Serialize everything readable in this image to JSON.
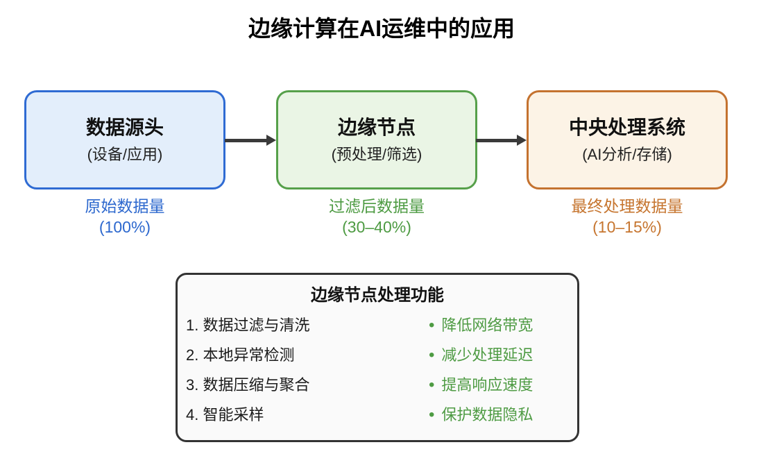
{
  "page": {
    "title": "边缘计算在AI运维中的应用",
    "background_color": "#FFFFFF"
  },
  "flow": {
    "arrow_color": "#3A3A3A",
    "nodes": [
      {
        "name": "数据源头",
        "subtitle": "(设备/应用)",
        "label_line1": "原始数据量",
        "label_line2": "(100%)",
        "border_color": "#2F6BD3",
        "fill_color": "#E3EEFB",
        "label_color": "#2D68CE"
      },
      {
        "name": "边缘节点",
        "subtitle": "(预处理/筛选)",
        "label_line1": "过滤后数据量",
        "label_line2": "(30–40%)",
        "border_color": "#56A04A",
        "fill_color": "#EAF5E5",
        "label_color": "#4E9B43"
      },
      {
        "name": "中央处理系统",
        "subtitle": "(AI分析/存储)",
        "label_line1": "最终处理数据量",
        "label_line2": "(10–15%)",
        "border_color": "#C4722F",
        "fill_color": "#FCF3E6",
        "label_color": "#C6752F"
      }
    ]
  },
  "panel": {
    "title": "边缘节点处理功能",
    "functions": [
      "1. 数据过滤与清洗",
      "2. 本地异常检测",
      "3. 数据压缩与聚合",
      "4. 智能采样"
    ],
    "benefits": [
      "降低网络带宽",
      "减少处理延迟",
      "提高响应速度",
      "保护数据隐私"
    ],
    "bullet": "•",
    "benefit_color": "#4E9B43",
    "border_color": "#333333",
    "fill_color": "#FAFAFA"
  }
}
